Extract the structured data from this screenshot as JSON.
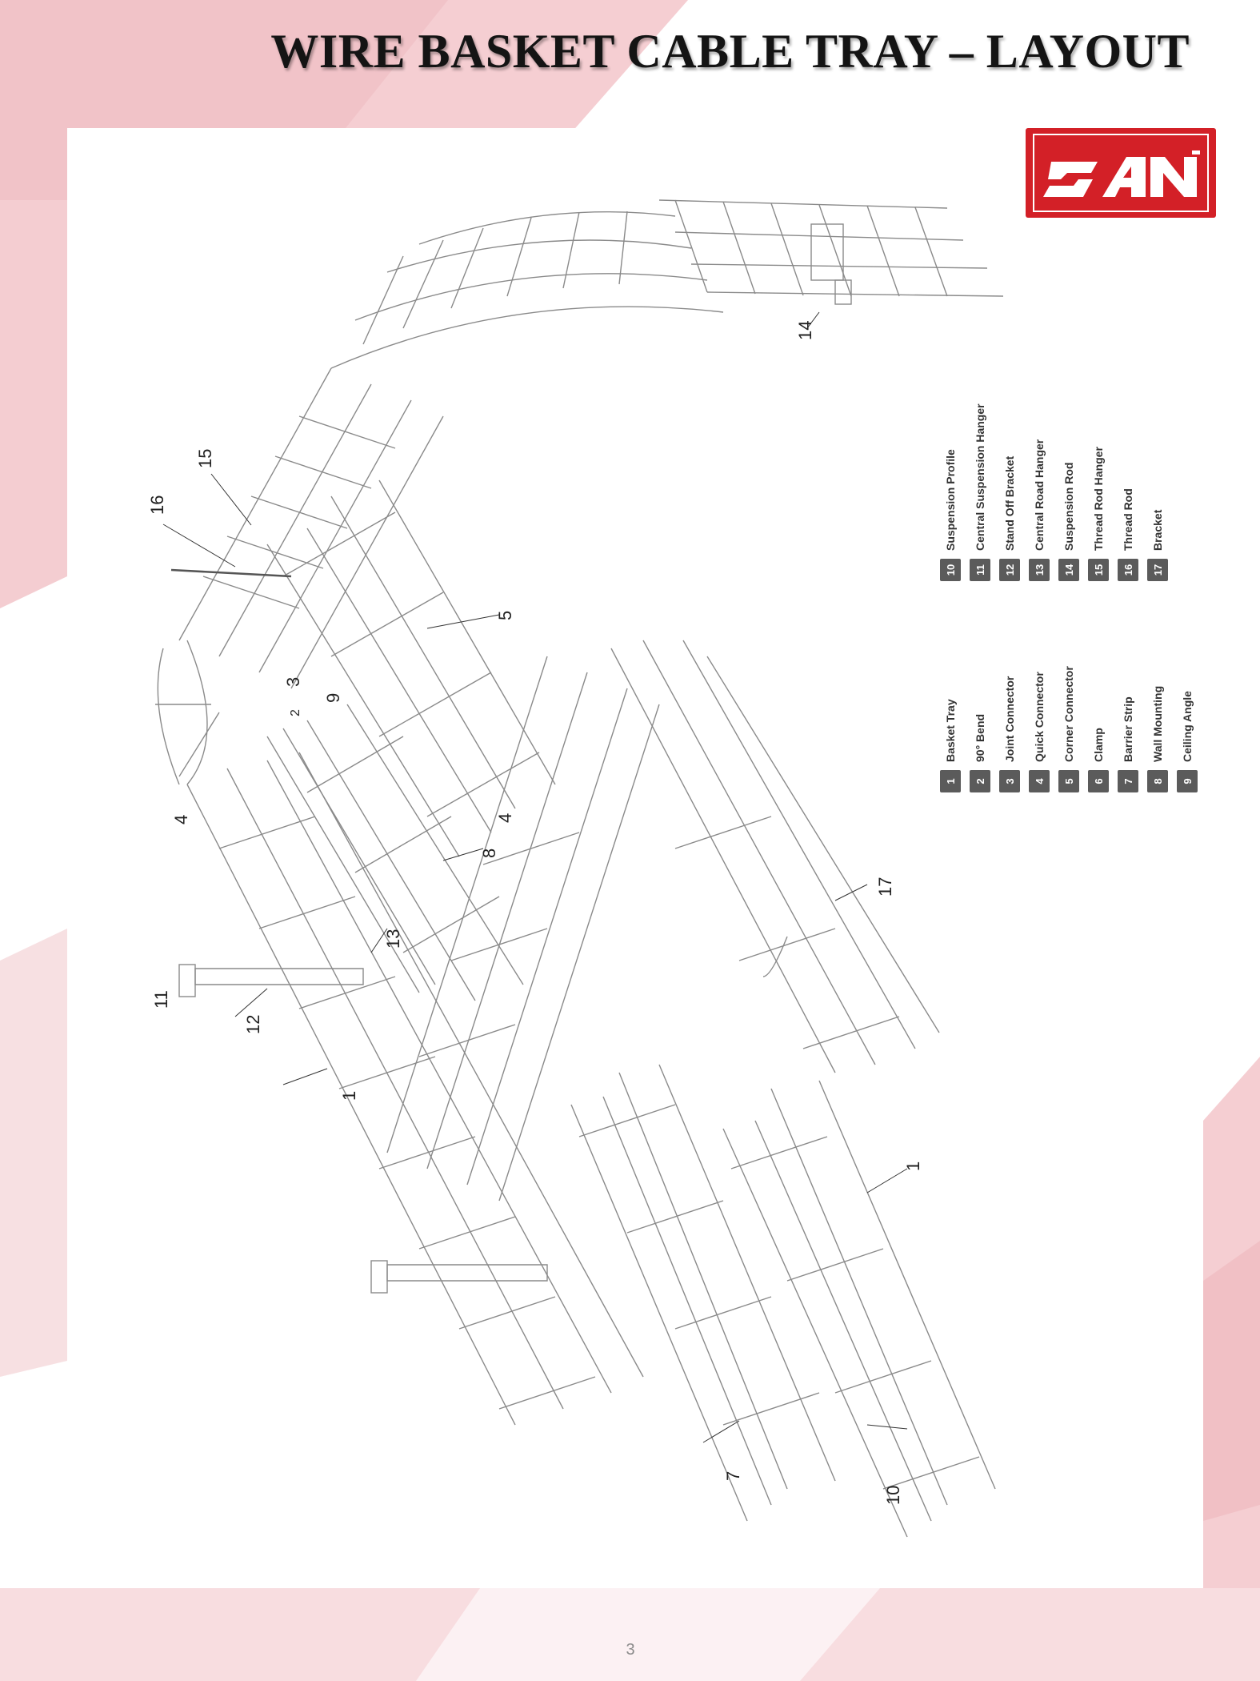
{
  "title": "WIRE BASKET CABLE TRAY – LAYOUT",
  "logo": {
    "text": "SAN",
    "color": "#d32027"
  },
  "page_number": "3",
  "colors": {
    "background_pink": "#f4c9cd",
    "accent_red": "#d32027",
    "legend_badge": "#5b5b5b"
  },
  "legend": [
    {
      "num": "1",
      "name": "Basket Tray"
    },
    {
      "num": "2",
      "name": "90° Bend"
    },
    {
      "num": "3",
      "name": "Joint Connector"
    },
    {
      "num": "4",
      "name": "Quick Connector"
    },
    {
      "num": "5",
      "name": "Corner Connector"
    },
    {
      "num": "6",
      "name": "Clamp"
    },
    {
      "num": "7",
      "name": "Barrier Strip"
    },
    {
      "num": "8",
      "name": "Wall Mounting"
    },
    {
      "num": "9",
      "name": "Ceiling Angle"
    },
    {
      "num": "10",
      "name": "Suspension Profile"
    },
    {
      "num": "11",
      "name": "Central Suspension Hanger"
    },
    {
      "num": "12",
      "name": "Stand Off Bracket"
    },
    {
      "num": "13",
      "name": "Central Road Hanger"
    },
    {
      "num": "14",
      "name": "Suspension Rod"
    },
    {
      "num": "15",
      "name": "Thread Rod Hanger"
    },
    {
      "num": "16",
      "name": "Thread Rod"
    },
    {
      "num": "17",
      "name": "Bracket"
    }
  ],
  "callouts": [
    "14",
    "15",
    "16",
    "3",
    "2",
    "9",
    "5",
    "4",
    "4",
    "8",
    "13",
    "11",
    "12",
    "1",
    "17",
    "1",
    "7",
    "10"
  ]
}
